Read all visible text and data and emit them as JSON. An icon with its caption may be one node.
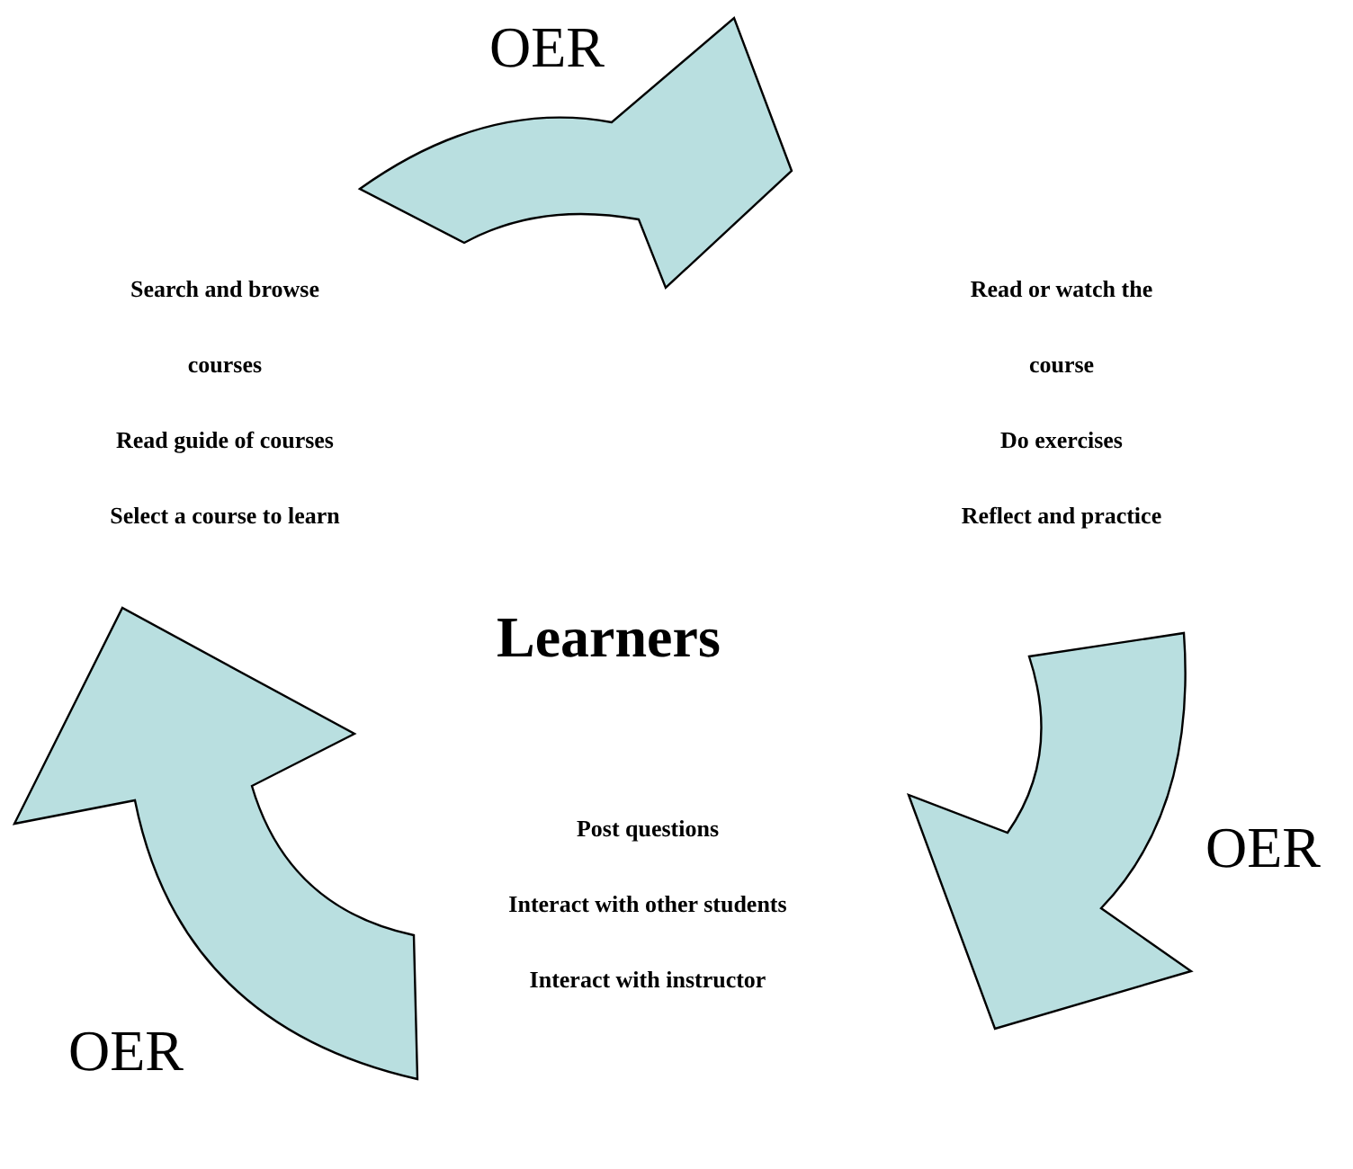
{
  "diagram": {
    "nodes": [
      {
        "text": [
          "Search and browse courses",
          "Read guide of courses",
          "Select a course to learn"
        ]
      },
      {
        "text": [
          "Read or watch the course",
          "Do exercises",
          "Reflect and practice"
        ]
      },
      {
        "text": [
          "Post questions",
          "Interact with other students",
          "Interact with instructor"
        ]
      }
    ],
    "edges": [
      {
        "from": 0,
        "to": 1,
        "arrow": "to",
        "label": "OER",
        "style": "thick"
      },
      {
        "from": 1,
        "to": 2,
        "arrow": "to",
        "label": "OER",
        "style": "thick"
      },
      {
        "from": 2,
        "to": 0,
        "arrow": "to",
        "label": "OER",
        "style": "thick"
      }
    ],
    "labels": [
      "Learners"
    ]
  }
}
